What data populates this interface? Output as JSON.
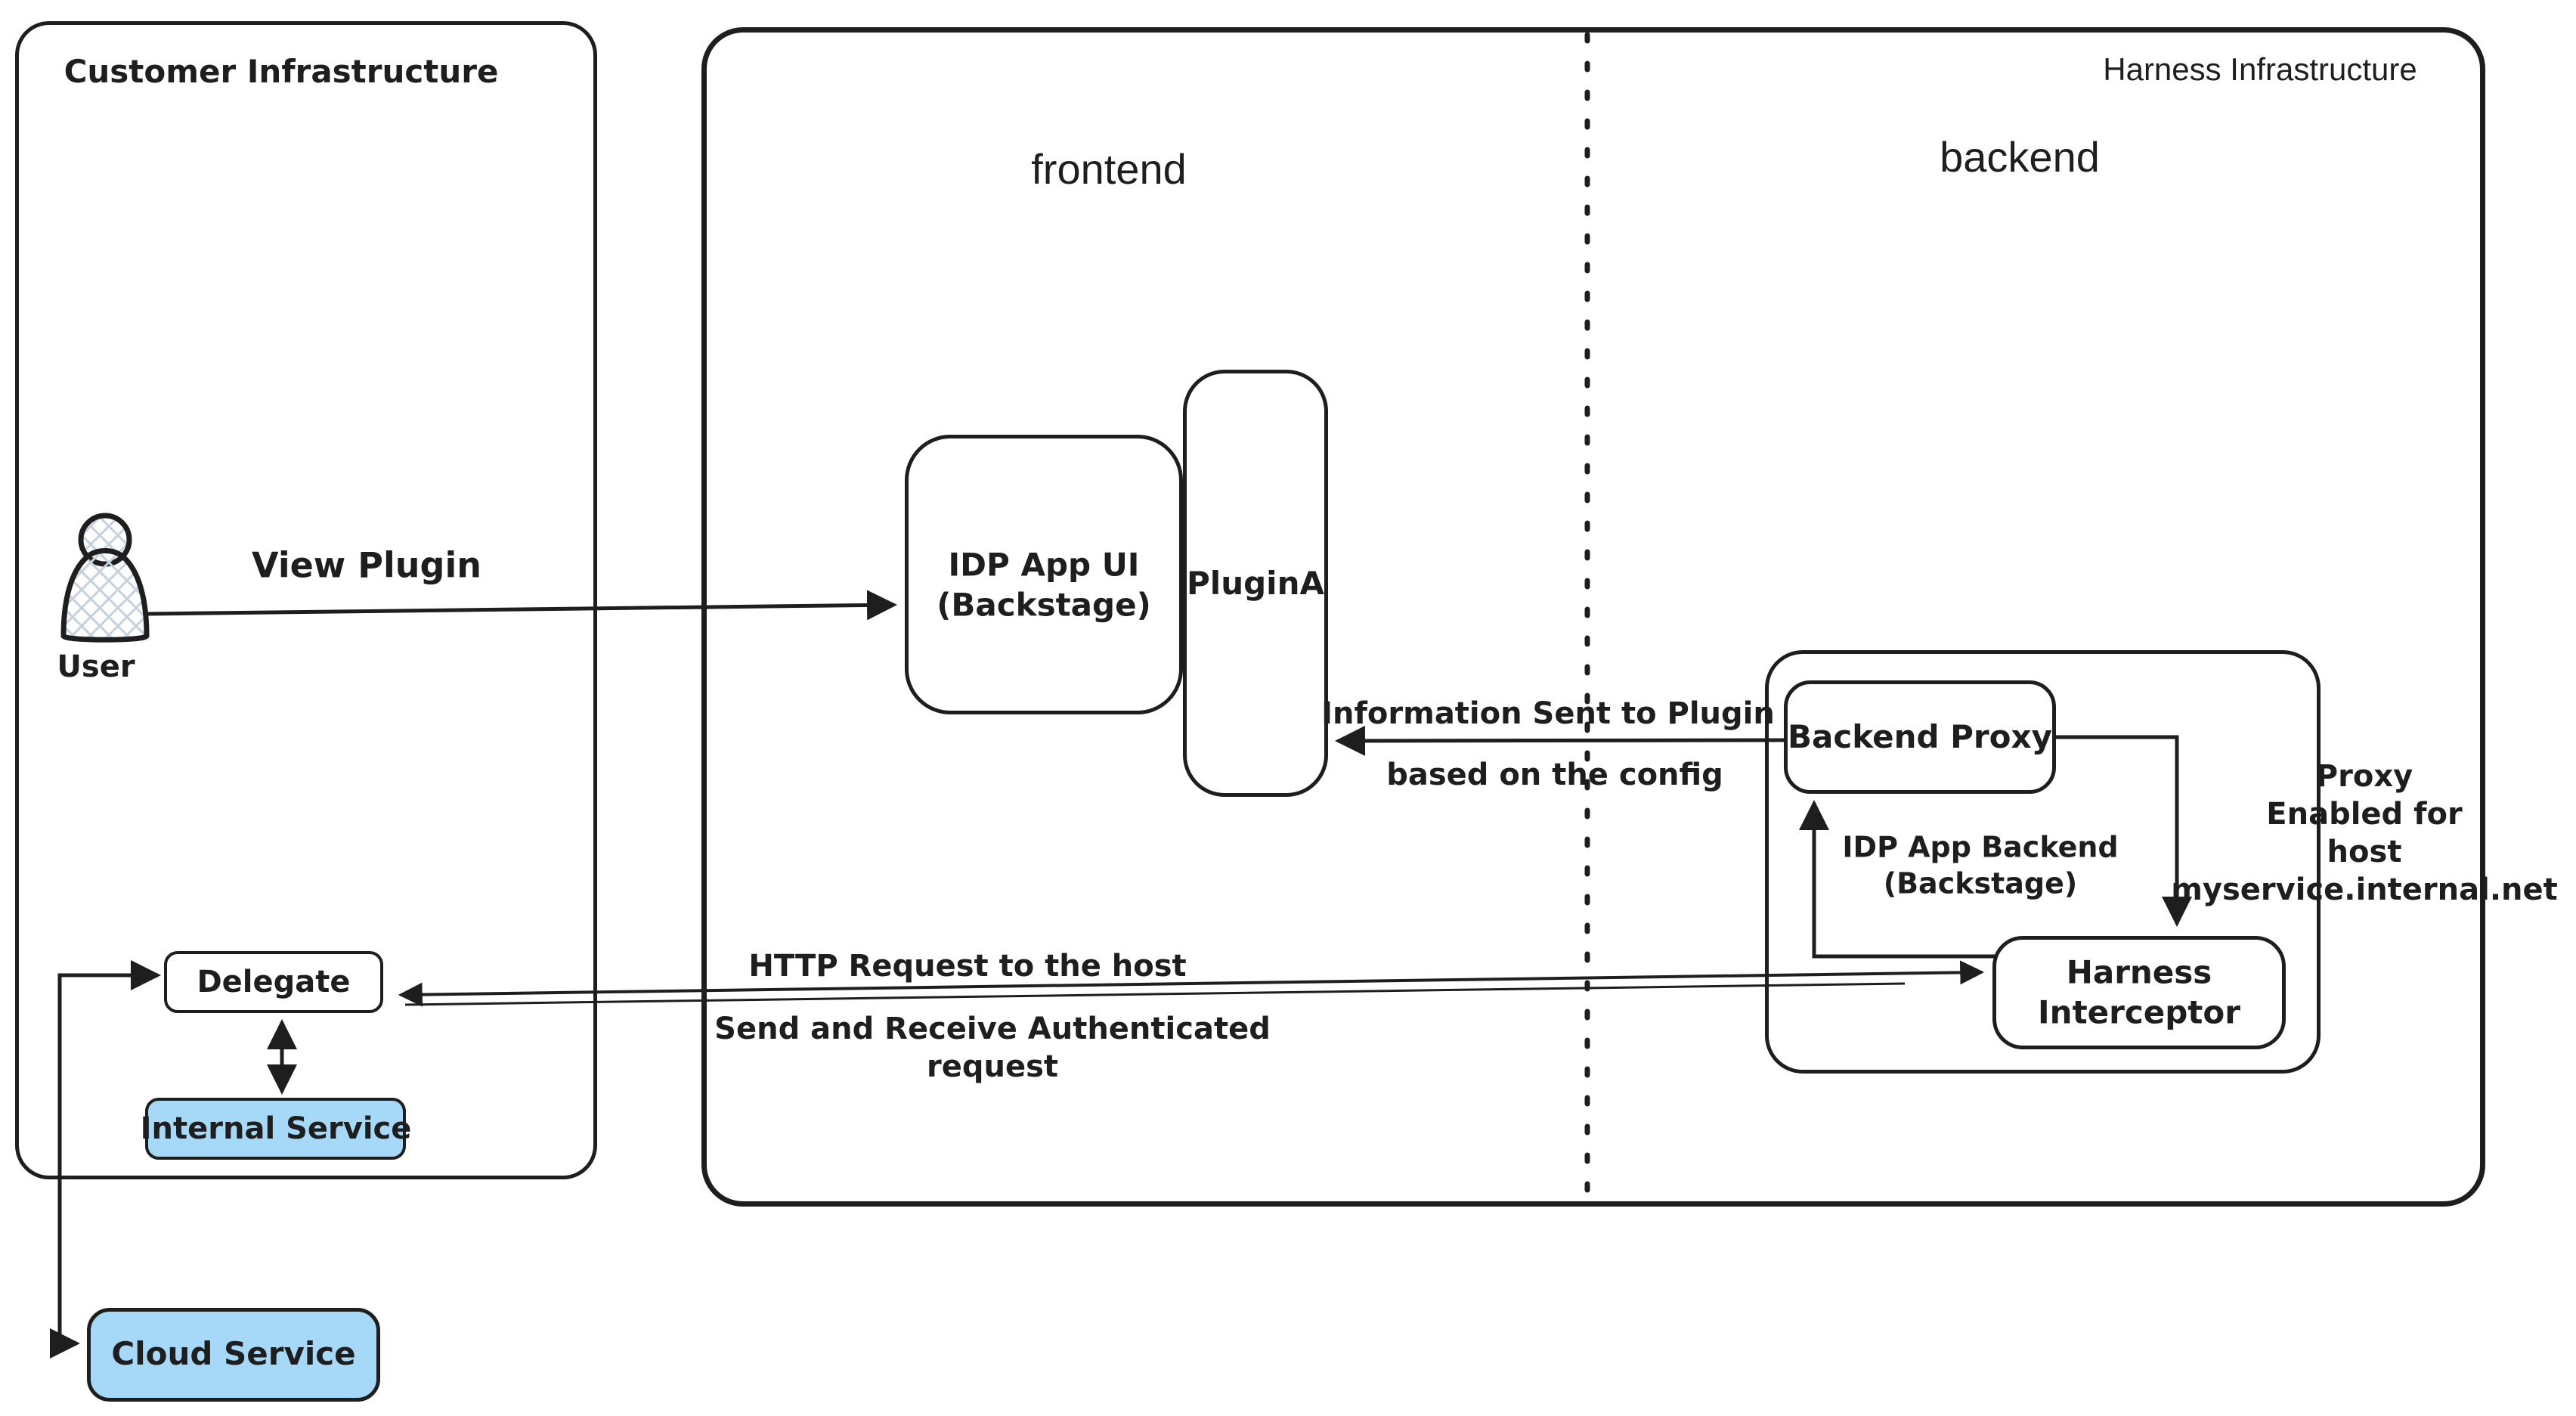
{
  "colors": {
    "stroke": "#1e1e1e",
    "service_fill": "#a6d9f7",
    "hatch_fill": "#c5d2dd",
    "background": "#ffffff"
  },
  "customer_zone": {
    "title": "Customer Infrastructure",
    "user_label": "User",
    "nodes": {
      "delegate": "Delegate",
      "internal_service": "Internal Service",
      "cloud_service": "Cloud Service"
    }
  },
  "harness_zone": {
    "title": "Harness Infrastructure",
    "frontend_label": "frontend",
    "backend_label": "backend",
    "nodes": {
      "idp_app_ui": "IDP App UI\n(Backstage)",
      "plugin_a": "PluginA",
      "backend_proxy": "Backend Proxy",
      "harness_interceptor": "Harness\nInterceptor"
    },
    "idp_app_backend_caption": "IDP App Backend\n(Backstage)",
    "proxy_enabled_note": "Proxy\nEnabled for\nhost myservice.internal.net"
  },
  "edges": {
    "view_plugin": "View Plugin",
    "information_sent_line1": "Information Sent to Plugin",
    "information_sent_line2": "based on the config",
    "http_request": "HTTP Request to the host",
    "authenticated_request": "Send and Receive Authenticated\nrequest"
  }
}
